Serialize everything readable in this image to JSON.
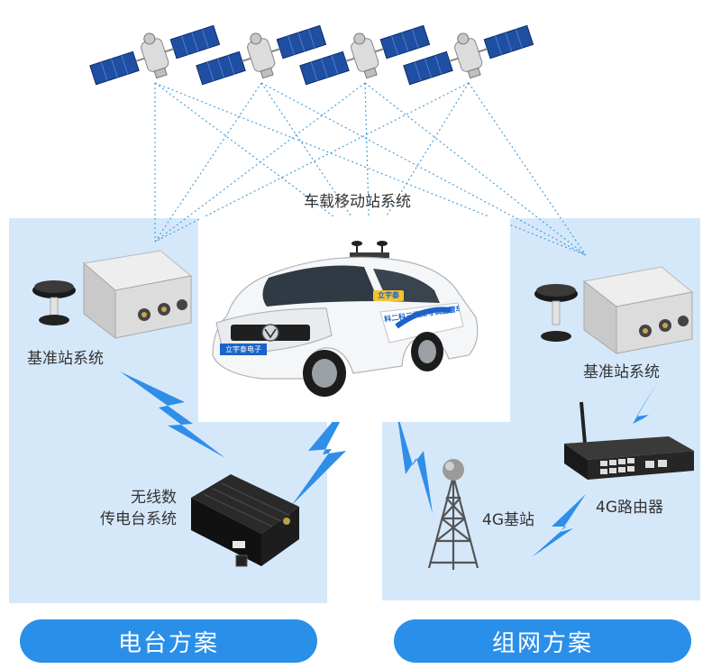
{
  "labels": {
    "vehicle_system": "车载移动站系统",
    "base_station_left": "基准站系统",
    "base_station_right": "基准站系统",
    "radio_line1": "无线数",
    "radio_line2": "传电台系统",
    "tower": "4G基站",
    "router": "4G路由器"
  },
  "car": {
    "plate": "立宇泰电子",
    "door_text": "科二科三模拟考试监管车",
    "roof_sign": "立宇泰"
  },
  "buttons": {
    "radio_scheme": "电台方案",
    "network_scheme": "组网方案"
  },
  "colors": {
    "panel": "#d5e8fa",
    "accent": "#2a8fe8",
    "signal": "#2f8ee8",
    "link": "#3a9ad9"
  }
}
